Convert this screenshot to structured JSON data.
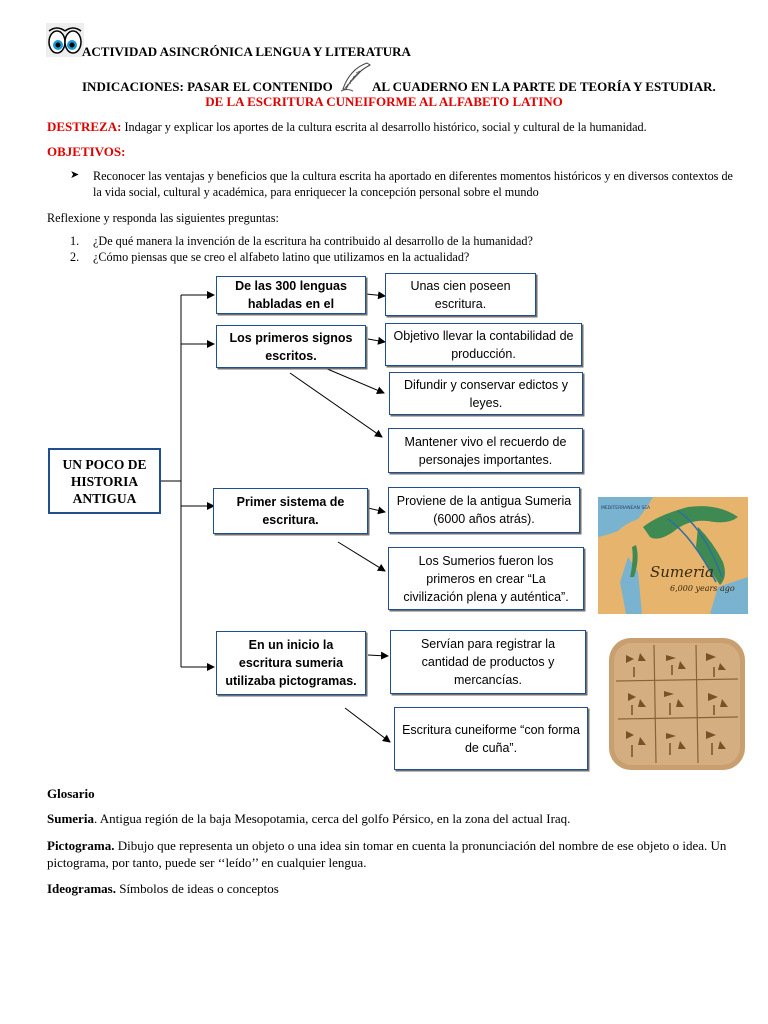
{
  "header": {
    "title": "ACTIVIDAD ASINCRÓNICA LENGUA Y LITERATURA",
    "instructions_part1": "INDICACIONES: PASAR EL CONTENIDO",
    "instructions_part2": "AL CUADERNO EN LA PARTE DE TEORÍA Y ESTUDIAR.",
    "subtitle": "DE LA ESCRITURA CUNEIFORME AL ALFABETO LATINO"
  },
  "destreza": {
    "label": "DESTREZA:",
    "text": "Indagar y explicar los aportes de la cultura escrita al desarrollo histórico, social y cultural de la humanidad."
  },
  "objetivos": {
    "label": "OBJETIVOS:",
    "items": [
      "Reconocer las ventajas y beneficios que la cultura escrita ha aportado en diferentes momentos históricos y en diversos contextos de la vida social, cultural y académica, para enriquecer la concepción personal sobre el mundo"
    ]
  },
  "reflexion": {
    "intro": "Reflexione y responda las siguientes preguntas:",
    "questions": [
      {
        "num": "1.",
        "text": "¿De qué manera la invención de la escritura ha contribuido al desarrollo de la humanidad?"
      },
      {
        "num": "2.",
        "text": "¿Cómo piensas que se creo el alfabeto latino que utilizamos en la actualidad?"
      }
    ]
  },
  "diagram": {
    "center": "UN POCO DE HISTORIA ANTIGUA",
    "branches": [
      "De las 300 lenguas habladas en el",
      "Los primeros signos escritos.",
      "Primer sistema de escritura.",
      "En un inicio la escritura sumeria utilizaba pictogramas."
    ],
    "details": [
      "Unas cien poseen escritura.",
      "Objetivo llevar la contabilidad de producción.",
      "Difundir y conservar edictos y leyes.",
      "Mantener vivo el recuerdo de personajes importantes.",
      "Proviene de la antigua Sumeria (6000 años atrás).",
      "Los Sumerios fueron los primeros en crear “La civilización plena y auténtica”.",
      "Servían para registrar la cantidad de productos y mercancías.",
      "Escritura cuneiforme “con forma de cuña”."
    ]
  },
  "map_image": {
    "label_main": "Sumeria",
    "label_sub": "6,000 years ago",
    "label_small": "MEDITERRANEAN SEA",
    "colors": {
      "land": "#e6b46c",
      "sea": "#7ab3cf",
      "green": "#3e8a52"
    }
  },
  "tablet_image": {
    "color": "#c8a070"
  },
  "glosario": {
    "title": "Glosario",
    "entries": [
      {
        "term": "Sumeria",
        "def": ". Antigua región de la baja Mesopotamia, cerca del golfo Pérsico, en la zona del actual Iraq."
      },
      {
        "term": "Pictograma.",
        "def": " Dibujo que representa un objeto o una idea sin tomar en cuenta la pronunciación del nombre de ese objeto o idea. Un pictograma, por tanto, puede ser ‘‘leído’’ en cualquier lengua."
      },
      {
        "term": "Ideogramas.",
        "def": " Símbolos de ideas o conceptos"
      }
    ]
  }
}
